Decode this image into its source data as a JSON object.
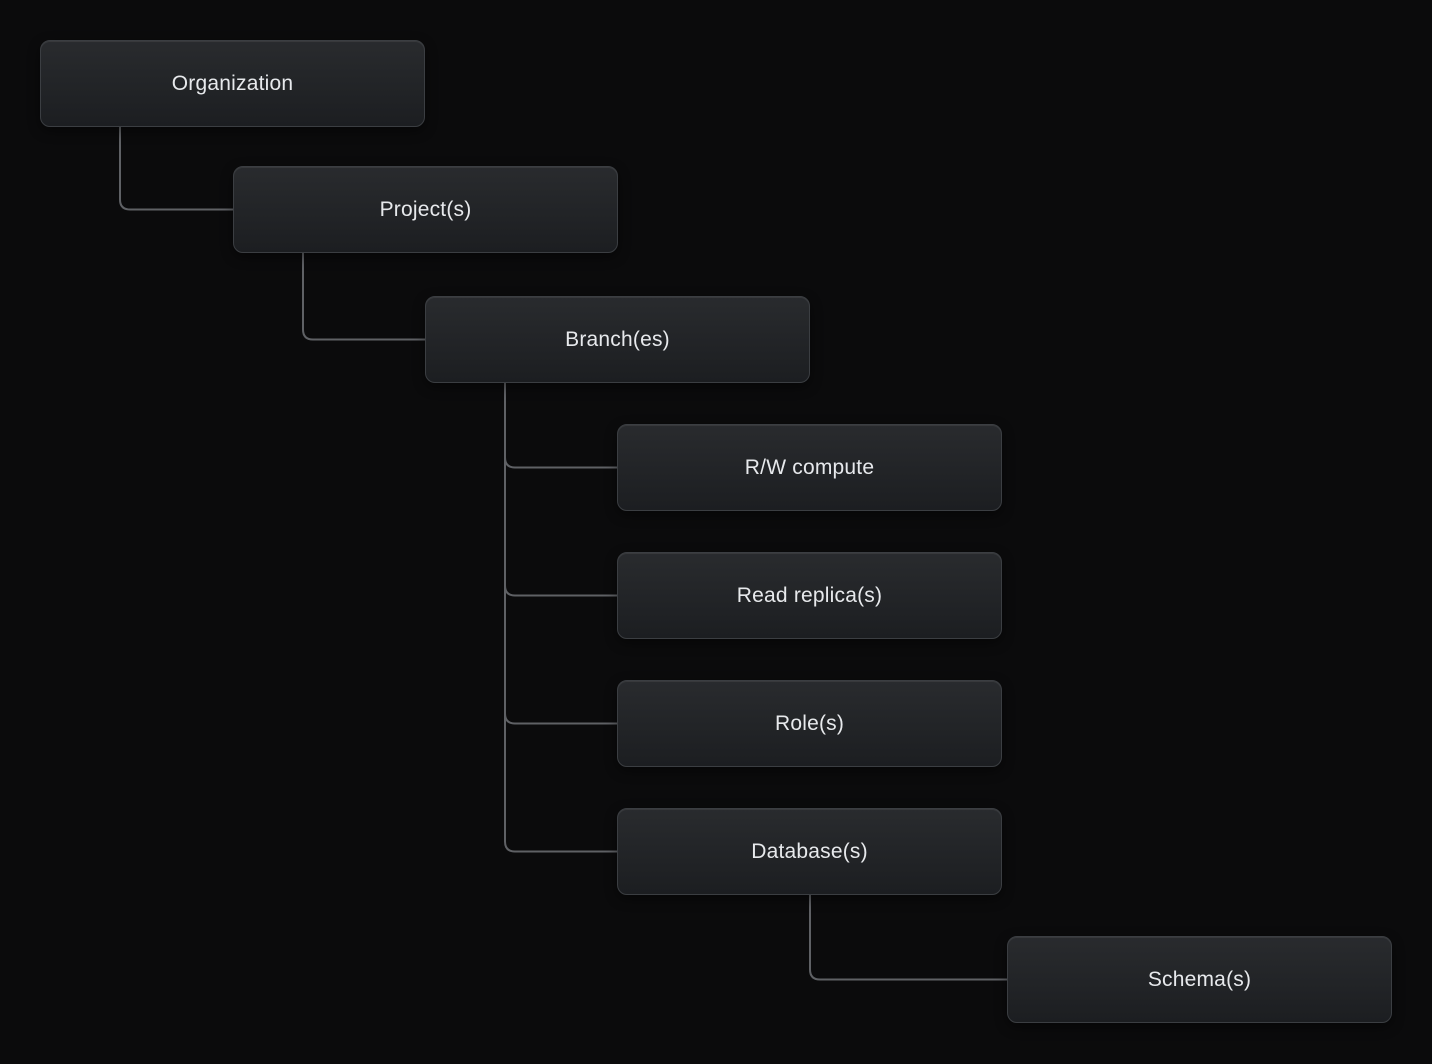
{
  "diagram": {
    "nodes": [
      {
        "id": "organization",
        "label": "Organization"
      },
      {
        "id": "projects",
        "label": "Project(s)"
      },
      {
        "id": "branches",
        "label": "Branch(es)"
      },
      {
        "id": "rw-compute",
        "label": "R/W compute"
      },
      {
        "id": "read-replicas",
        "label": "Read replica(s)"
      },
      {
        "id": "roles",
        "label": "Role(s)"
      },
      {
        "id": "databases",
        "label": "Database(s)"
      },
      {
        "id": "schemas",
        "label": "Schema(s)"
      }
    ],
    "edges": [
      {
        "from": "organization",
        "to": "projects"
      },
      {
        "from": "projects",
        "to": "branches"
      },
      {
        "from": "branches",
        "to": "rw-compute"
      },
      {
        "from": "branches",
        "to": "read-replicas"
      },
      {
        "from": "branches",
        "to": "roles"
      },
      {
        "from": "branches",
        "to": "databases"
      },
      {
        "from": "databases",
        "to": "schemas"
      }
    ],
    "colors": {
      "background": "#0b0b0c",
      "node_fill_top": "#292b2e",
      "node_fill_bottom": "#1c1e21",
      "node_border": "#3b3e42",
      "connector": "#5f6165",
      "text": "#e7e9ec"
    }
  }
}
